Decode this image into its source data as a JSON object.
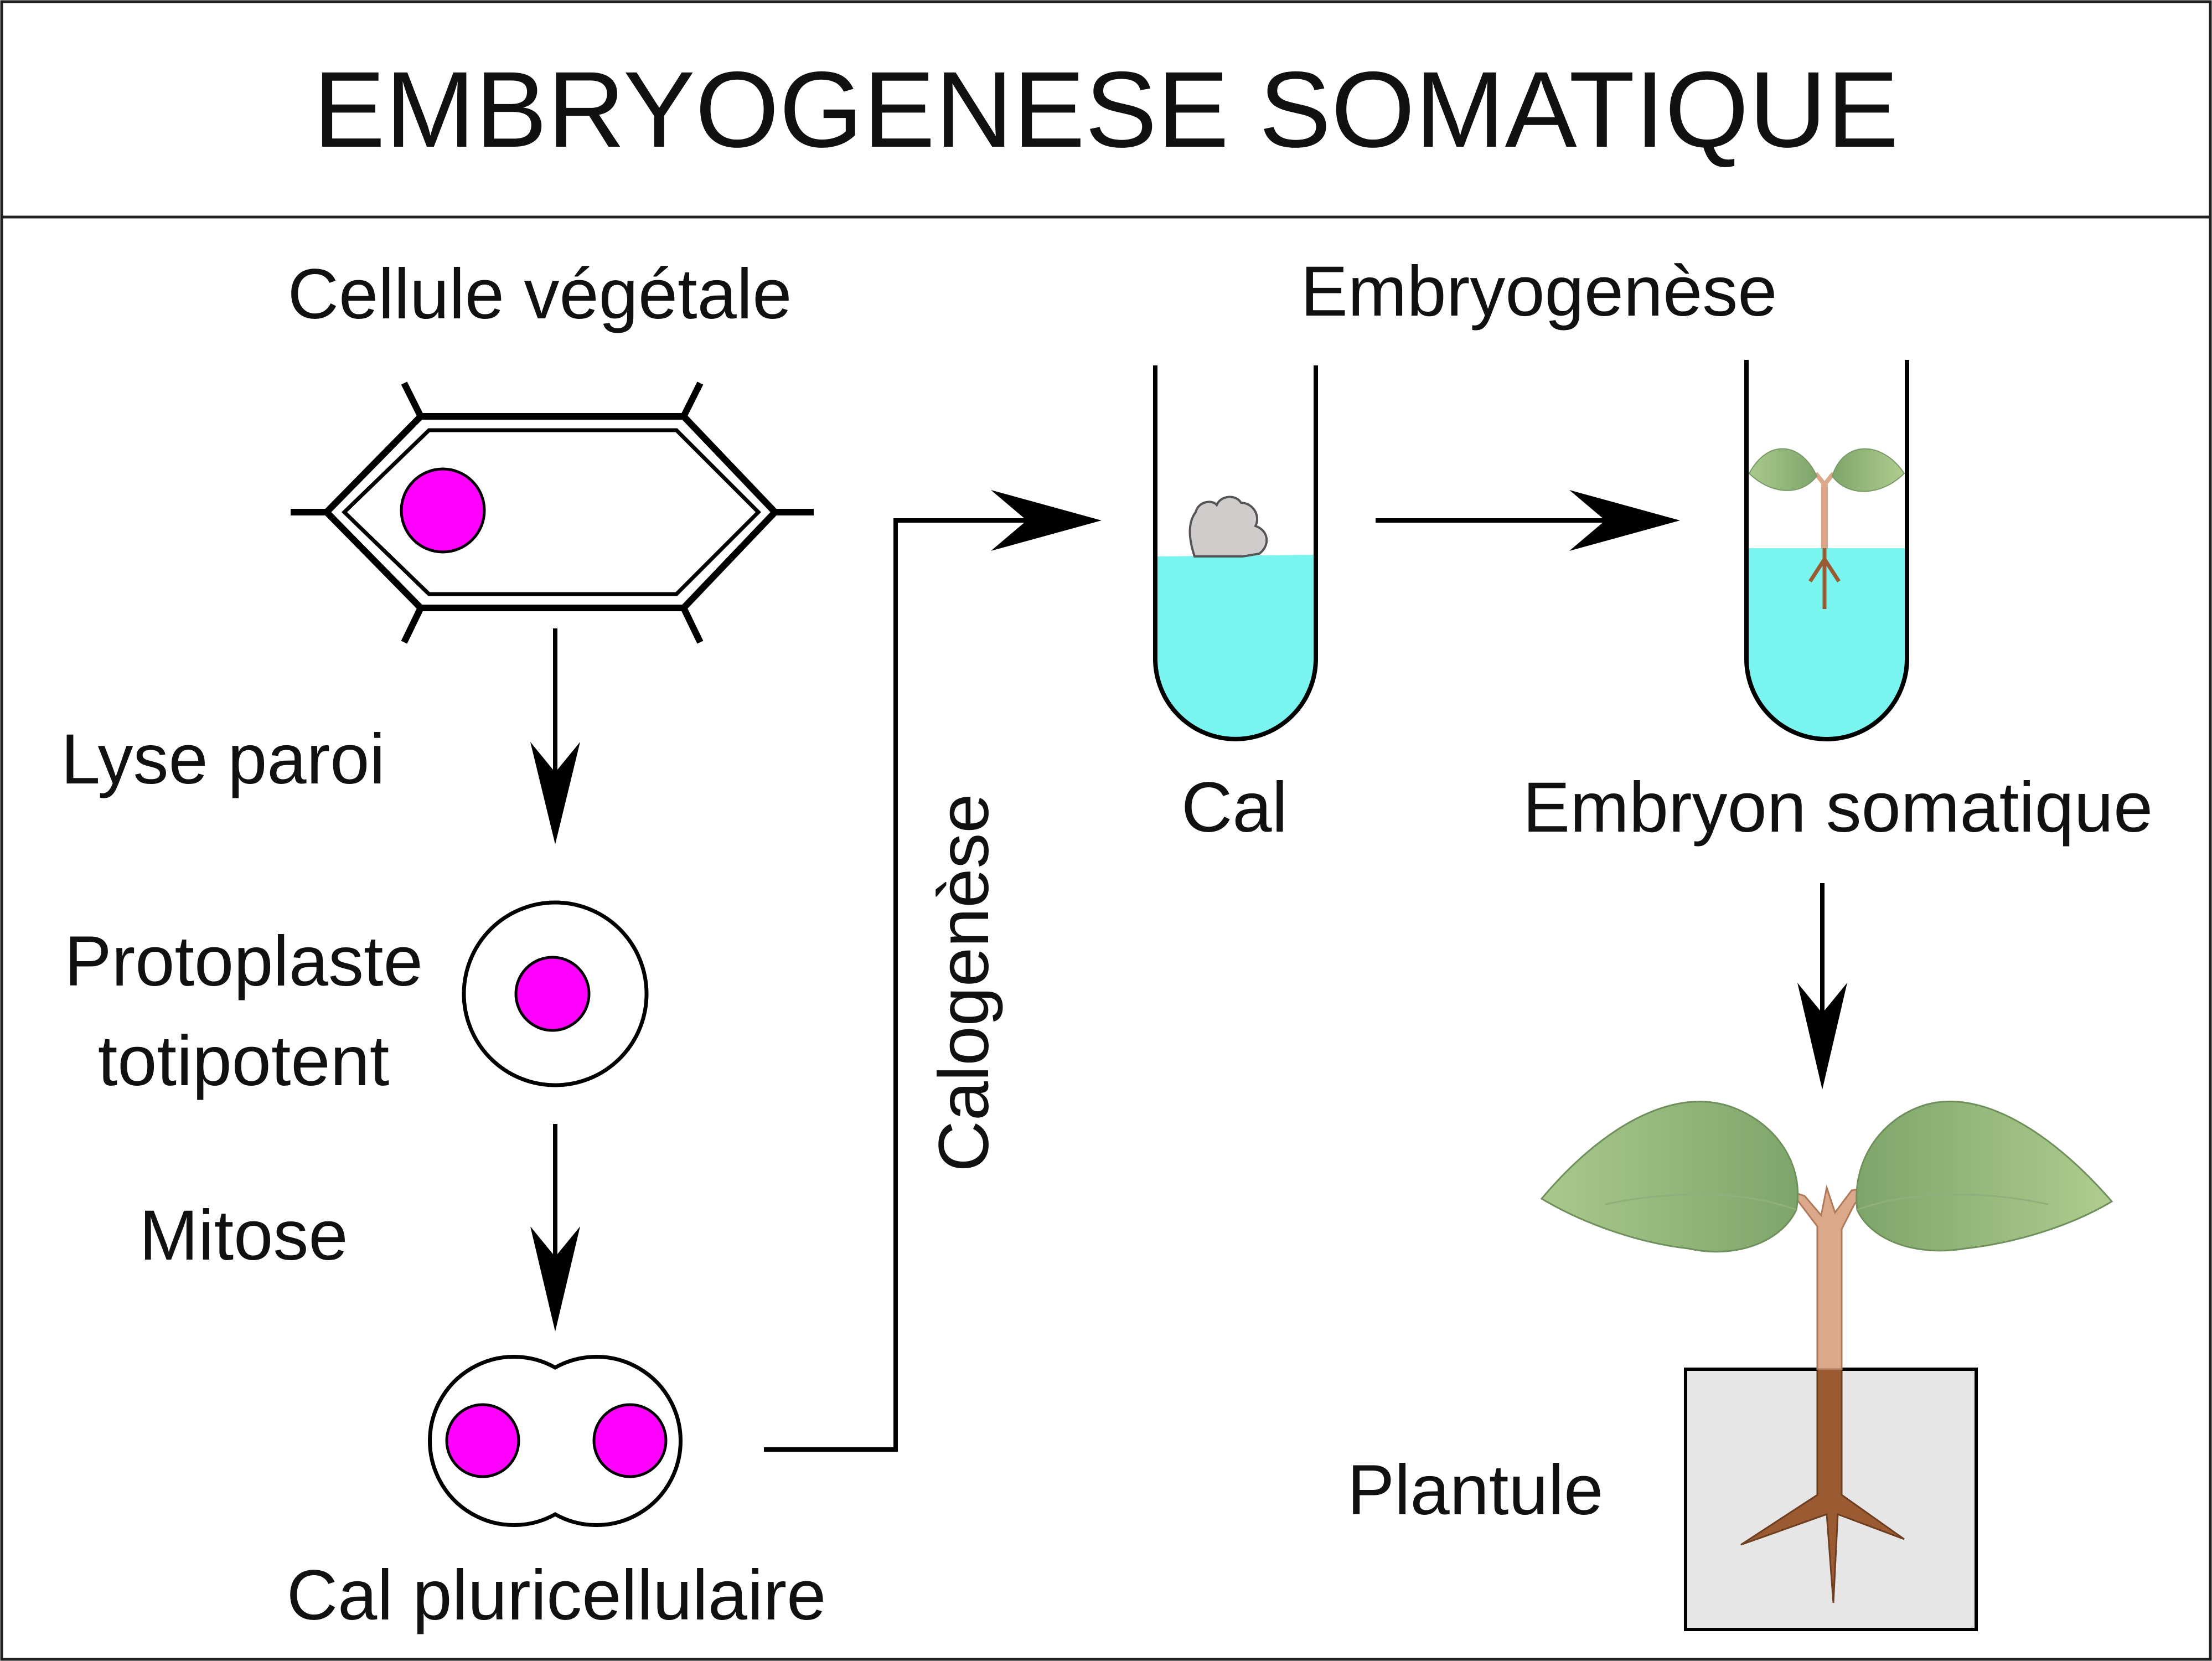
{
  "title": "EMBRYOGENESE SOMATIQUE",
  "labels": {
    "plant_cell": "Cellule végétale",
    "wall_lysis": "Lyse paroi",
    "protoplast_line1": "Protoplaste",
    "protoplast_line2": "totipotent",
    "mitosis": "Mitose",
    "multicellular_callus": "Cal pluricellulaire",
    "callogenesis": "Calogenèse",
    "callus": "Cal",
    "embryogenesis": "Embryogenèse",
    "somatic_embryo": "Embryon somatique",
    "plantlet": "Plantule"
  },
  "colors": {
    "nucleus": "#ff00ff",
    "medium": "#7af4ee",
    "leaf_light": "#a8c88a",
    "leaf_dark": "#7ea56a",
    "stem": "#dca88a",
    "root": "#9a5a32",
    "soil": "#e6e6e6",
    "callus": "#d0cccc"
  }
}
